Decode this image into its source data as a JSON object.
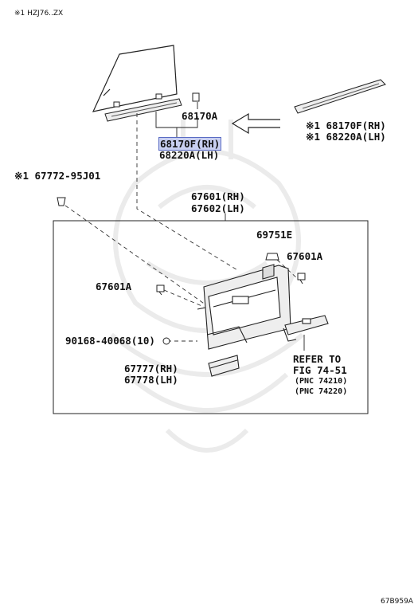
{
  "header": {
    "note": "※1 HZJ76..ZX"
  },
  "footer": {
    "code": "67B959A"
  },
  "parts": {
    "p68170A": "68170A",
    "p68170F_rh": "68170F(RH)",
    "p68220A_lh": "68220A(LH)",
    "alt_68170F_rh": "※1 68170F(RH)",
    "alt_68220A_lh": "※1 68220A(LH)",
    "p67772": "※1 67772-95J01",
    "p67601_rh": "67601(RH)",
    "p67602_lh": "67602(LH)",
    "p69751E": "69751E",
    "p67601A_right": "67601A",
    "p67601A_left": "67601A",
    "p90168": "90168-40068(10)",
    "p67777_rh": "67777(RH)",
    "p67778_lh": "67778(LH)"
  },
  "refer": {
    "line1": "REFER TO",
    "line2": "FIG 74-51",
    "line3": "(PNC 74210)",
    "line4": "(PNC 74220)"
  },
  "colors": {
    "line": "#222222",
    "highlight": "#c8cff0",
    "highlight_border": "#5a6bc4",
    "watermark": "#d8d8d8"
  }
}
